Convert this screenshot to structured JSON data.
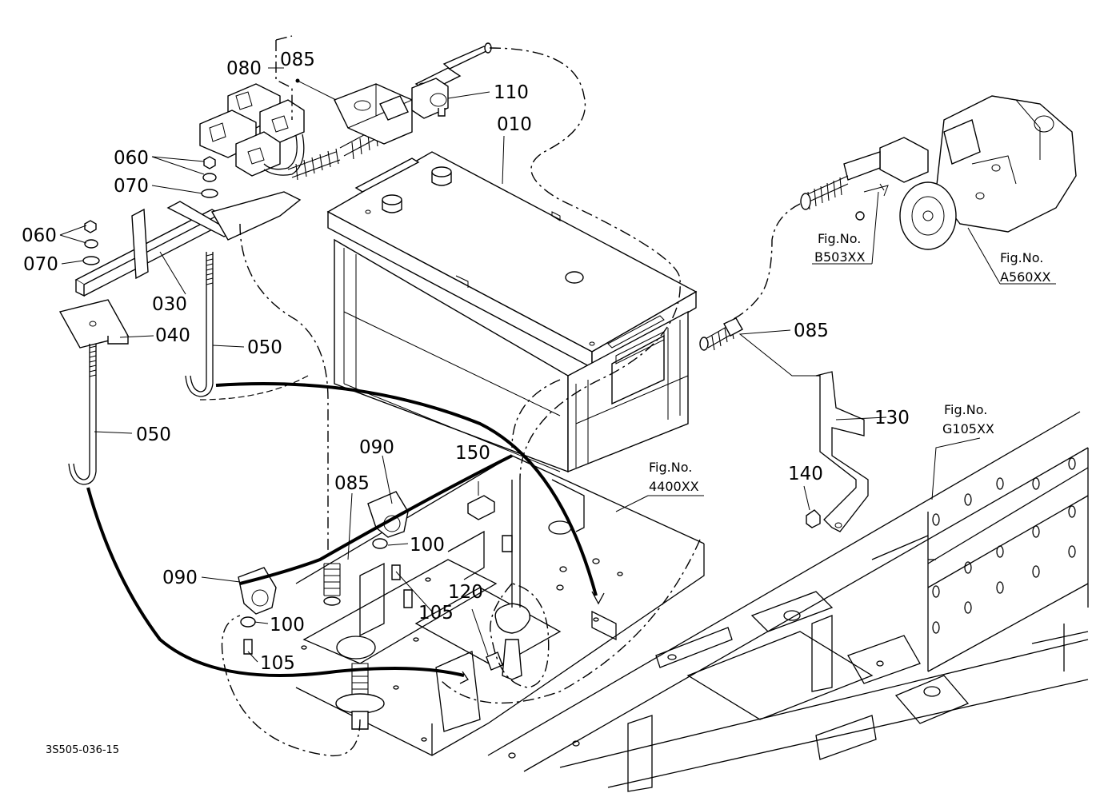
{
  "drawing_code": "3S505-036-15",
  "parts": {
    "p010": "010",
    "p030": "030",
    "p040": "040",
    "p050a": "050",
    "p050b": "050",
    "p060a": "060",
    "p060b": "060",
    "p070a": "070",
    "p070b": "070",
    "p080": "080",
    "p085a": "085",
    "p085b": "085",
    "p085c": "085",
    "p090a": "090",
    "p090b": "090",
    "p100a": "100",
    "p100b": "100",
    "p105a": "105",
    "p105b": "105",
    "p110": "110",
    "p120": "120",
    "p130": "130",
    "p140": "140",
    "p150": "150"
  },
  "figure_refs": {
    "b503": {
      "label": "Fig.No.",
      "number": "B503XX"
    },
    "a560": {
      "label": "Fig.No.",
      "number": "A560XX"
    },
    "g105": {
      "label": "Fig.No.",
      "number": "G105XX"
    },
    "f4400": {
      "label": "Fig.No.",
      "number": "4400XX"
    }
  }
}
